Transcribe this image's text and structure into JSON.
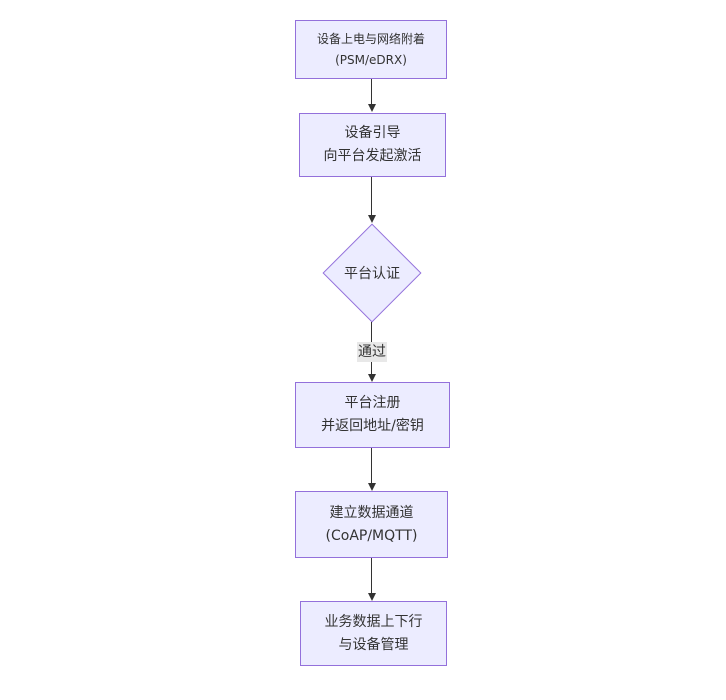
{
  "colors": {
    "bg": "#ffffff",
    "node_fill": "#ECECFF",
    "node_border": "#9370DB",
    "text_color": "#333333",
    "line_color": "#333333",
    "label_bg": "#e8e8e8"
  },
  "diagram": {
    "type": "flowchart-vertical",
    "nodes": {
      "power": {
        "shape": "rect",
        "line1": "设备上电与网络附着",
        "line2": "(PSM/eDRX)"
      },
      "bootstrap": {
        "shape": "rect",
        "line1": "设备引导",
        "line2": "向平台发起激活"
      },
      "auth": {
        "shape": "diamond",
        "label": "平台认证"
      },
      "register": {
        "shape": "rect",
        "line1": "平台注册",
        "line2": "并返回地址/密钥"
      },
      "channel": {
        "shape": "rect",
        "line1": "建立数据通道",
        "line2": "(CoAP/MQTT)"
      },
      "business": {
        "shape": "rect",
        "line1": "业务数据上下行",
        "line2": "与设备管理"
      }
    },
    "edges": {
      "pass_label": "通过"
    },
    "flow_order": [
      "power",
      "bootstrap",
      "auth",
      "register",
      "channel",
      "business"
    ]
  }
}
